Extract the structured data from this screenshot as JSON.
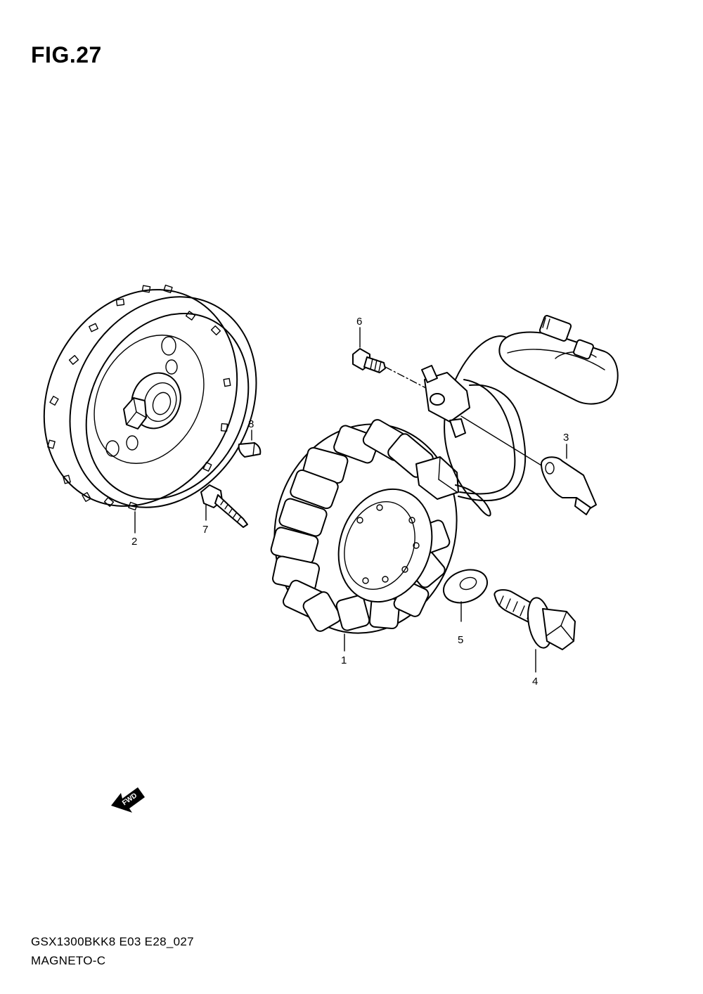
{
  "figure": {
    "title": "FIG.27"
  },
  "footer": {
    "model_code": "GSX1300BKK8 E03 E28_027",
    "section_name": "MAGNETO-C"
  },
  "direction_marker": {
    "label": "FWD"
  },
  "callouts": {
    "c1": "1",
    "c2": "2",
    "c3": "3",
    "c4": "4",
    "c5": "5",
    "c6": "6",
    "c7": "7",
    "c8": "8"
  }
}
